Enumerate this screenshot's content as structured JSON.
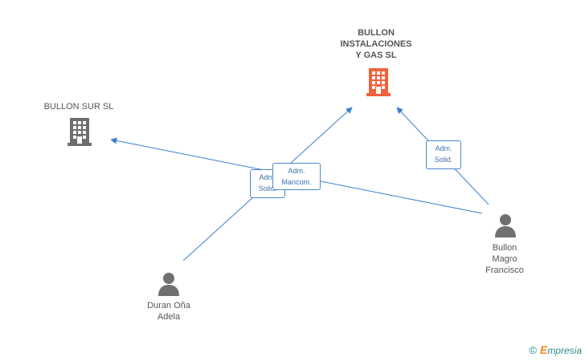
{
  "colors": {
    "edge": "#3a7fd0",
    "company_main": "#f0623a",
    "company_other": "#6d6d6d",
    "person": "#707070"
  },
  "nodes": {
    "bullon_instalaciones": {
      "label": "BULLON\nINSTALACIONES\nY GAS SL",
      "icon": "building-icon"
    },
    "bullon_sur": {
      "label": "BULLON SUR SL",
      "icon": "building-icon"
    },
    "duran": {
      "label": "Duran Oña\nAdela",
      "icon": "person-icon"
    },
    "bullon_magro": {
      "label": "Bullon\nMagro\nFrancisco",
      "icon": "person-icon"
    }
  },
  "edges": {
    "magro_to_sur": {
      "label": "Adm.\nSolid."
    },
    "duran_to_instalaciones": {
      "label": "Adm.\nMancom."
    },
    "magro_to_instalaciones": {
      "label": "Adm.\nSolid."
    }
  },
  "brand": {
    "copyright": "©",
    "name_first": "E",
    "name_rest": "mpresia"
  }
}
